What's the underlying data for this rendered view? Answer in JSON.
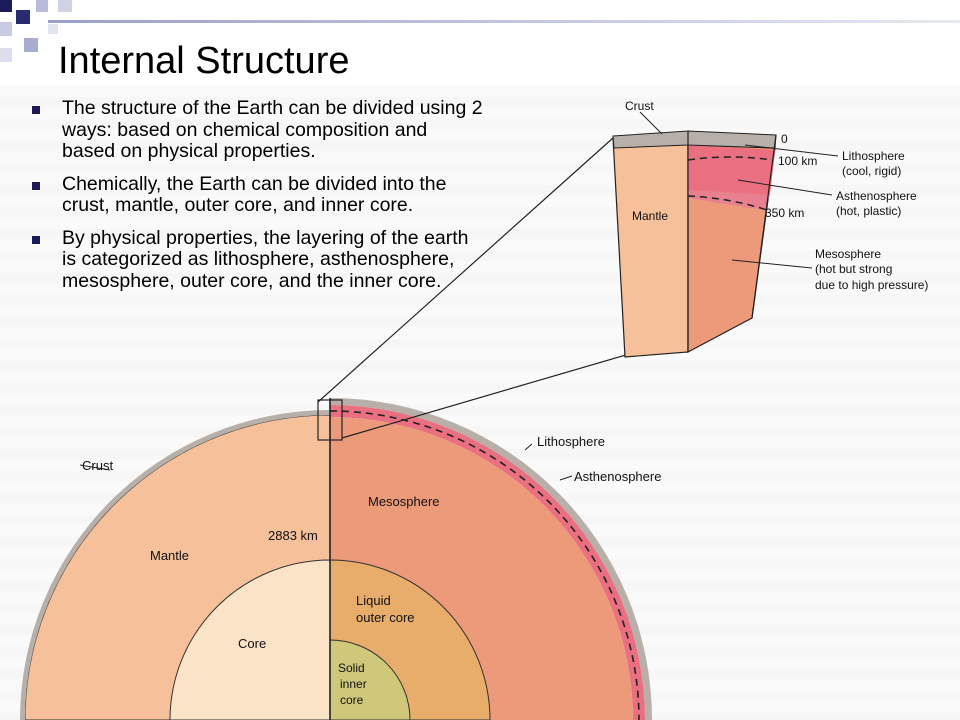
{
  "slide": {
    "title": "Internal Structure",
    "bullets": [
      "The structure of the Earth can be divided using 2 ways: based on chemical composition and based on physical properties.",
      "Chemically, the Earth can be divided into the crust, mantle, outer core, and inner core.",
      "By physical properties, the layering of the earth is categorized as lithosphere, asthenosphere, mesosphere, outer core, and the inner core."
    ]
  },
  "diagram": {
    "chemical_labels": {
      "crust": "Crust",
      "mantle": "Mantle",
      "core": "Core",
      "depth": "2883 km"
    },
    "physical_labels": {
      "lithosphere": "Lithosphere",
      "asthenosphere": "Asthenosphere",
      "mesosphere": "Mesosphere",
      "outer_core_line1": "Liquid",
      "outer_core_line2": "outer core",
      "inner_core_line1": "Solid",
      "inner_core_line2": "inner",
      "inner_core_line3": "core"
    },
    "inset": {
      "crust": "Crust",
      "mantle": "Mantle",
      "depth_0": "0",
      "depth_100": "100 km",
      "depth_350": "350 km",
      "lithosphere_name": "Lithosphere",
      "lithosphere_desc": "(cool, rigid)",
      "asthenosphere_name": "Asthenosphere",
      "asthenosphere_desc": "(hot, plastic)",
      "mesosphere_name": "Mesosphere",
      "mesosphere_desc1": "(hot but strong",
      "mesosphere_desc2": "due to high pressure)"
    },
    "colors": {
      "mantle": "#f6c09a",
      "core": "#fbe3c8",
      "mesosphere": "#ec9a7a",
      "outer_core": "#e8ad6a",
      "inner_core": "#cfc77a",
      "asthenosphere": "#ea6f80",
      "crust": "#b8b0a8",
      "accent": "#1a1a5a"
    }
  }
}
